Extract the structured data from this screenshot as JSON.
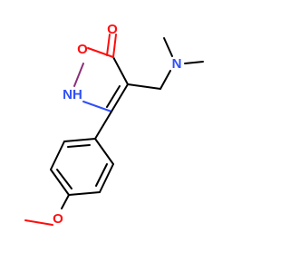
{
  "molecule": {
    "atoms": {
      "ring_oxygen": "O",
      "carbonyl_oxygen": "O",
      "nh": "NH",
      "dimethylamine_nitrogen": "N",
      "methoxy_oxygen": "O"
    },
    "colors": {
      "oxygen": "#ff0d0d",
      "nitrogen": "#3050f8",
      "carbon": "#000000",
      "background": "#ffffff"
    }
  }
}
